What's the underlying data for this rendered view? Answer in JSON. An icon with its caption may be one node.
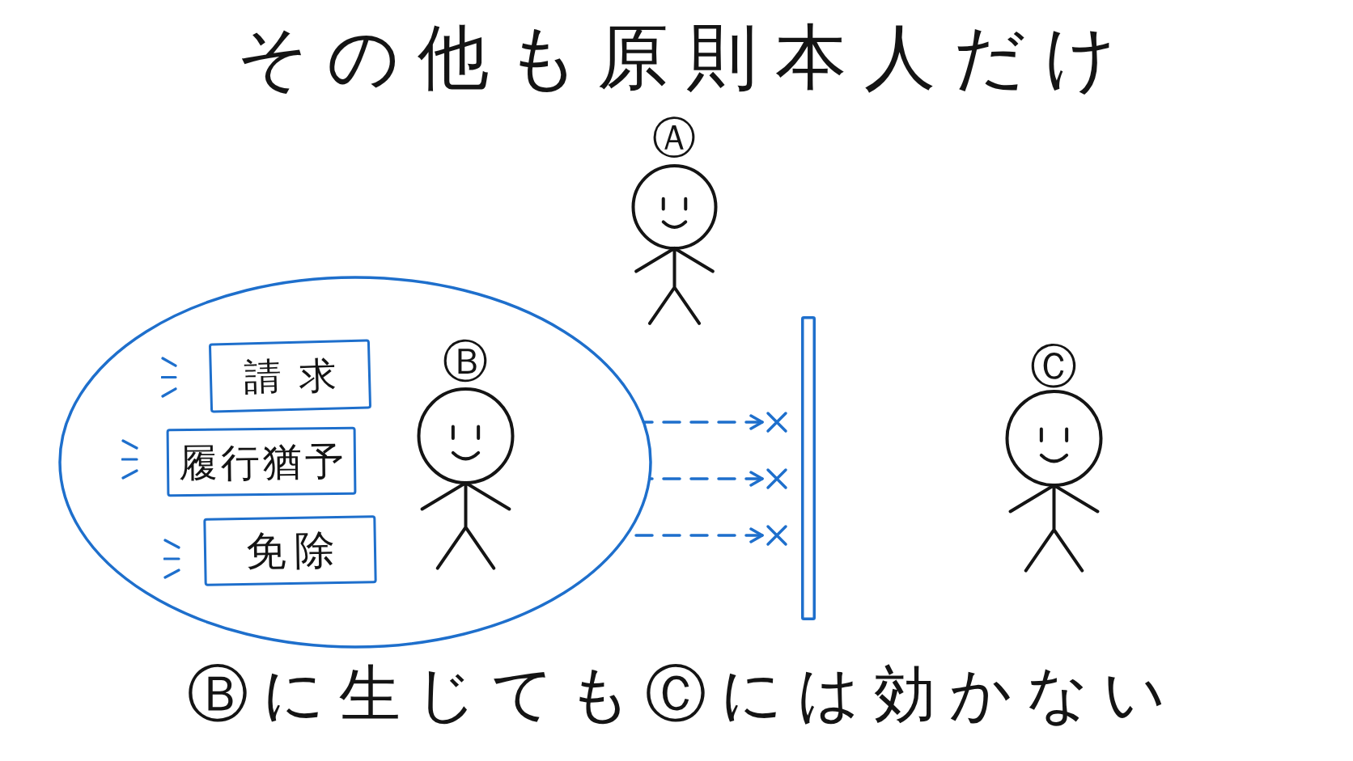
{
  "diagram": {
    "title": "その他も原則本人だけ",
    "caption": "Ⓑに生じてもⒸには効かない",
    "nodes": [
      {
        "text": [
          "Ⓐ"
        ]
      },
      {
        "text": [],
        "shape": "ellipse"
      },
      {
        "text": [
          "請求"
        ],
        "in": 1
      },
      {
        "text": [
          "履行猶予"
        ],
        "in": 1
      },
      {
        "text": [
          "免除"
        ],
        "in": 1
      },
      {
        "text": [
          "Ⓑ"
        ],
        "in": 1
      },
      {
        "text": [],
        "shape": "cross"
      },
      {
        "text": [],
        "shape": "cross"
      },
      {
        "text": [],
        "shape": "cross"
      },
      {
        "text": [],
        "shape": "bar"
      },
      {
        "text": [
          "Ⓒ"
        ]
      }
    ],
    "edges": [
      {
        "from": 1,
        "to": 6,
        "arrow": "to",
        "style": "dashed"
      },
      {
        "from": 1,
        "to": 7,
        "arrow": "to",
        "style": "dashed"
      },
      {
        "from": 1,
        "to": 8,
        "arrow": "to",
        "style": "dashed"
      }
    ]
  }
}
